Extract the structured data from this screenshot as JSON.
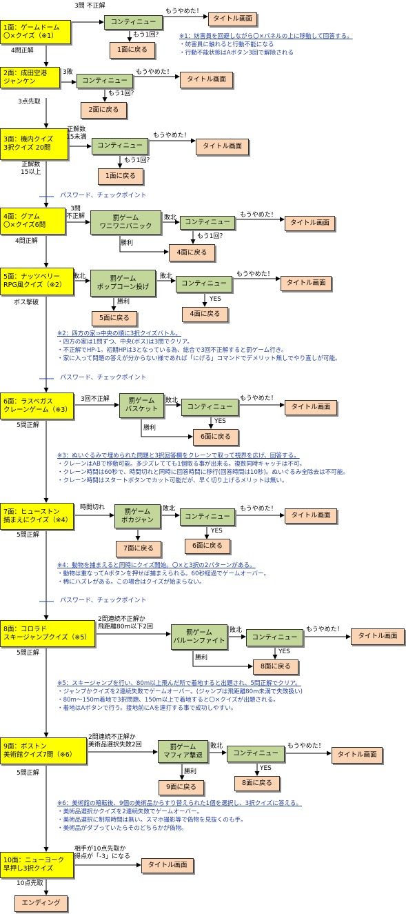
{
  "stages": [
    {
      "name": "1面：ゲームドーム\n〇×クイズ（※1）",
      "clear_label": "4問正解",
      "fail_label": "3問\n不正解"
    },
    {
      "name": "2面：成田空港\nジャンケン",
      "clear_label": "3点先取",
      "fail_label": "3敗"
    },
    {
      "name": "3面：機内クイズ\n3択クイズ 20問",
      "clear_label": "正解数\n15以上",
      "fail_label": "正解数\n15未満"
    },
    {
      "name": "4面：グアム\n〇×クイズ6問",
      "clear_label": "4問正解",
      "fail_label": "3問\n不正解"
    },
    {
      "name": "5面：ナッツベリー\nRPG風クイズ（※2）",
      "clear_label": "ボス撃破",
      "fail_label": "敗北"
    },
    {
      "name": "6面：ラスベガス\nクレーンゲーム（※3）",
      "clear_label": "5問正解",
      "fail_label": "3回不正解"
    },
    {
      "name": "7面：ヒューストン\n捕まえにクイズ（※4）",
      "clear_label": "5問正解",
      "fail_label": "時間切れ"
    },
    {
      "name": "8面：コロラド\nスキージャンプクイズ（※5）",
      "clear_label": "5問正解",
      "fail_label": "2問連続不正解か\n飛距離80m以下2回"
    },
    {
      "name": "9面：ボストン\n美術館クイズ7問（※6）",
      "clear_label": "5問正解",
      "fail_label": "2問連続不正解か\n美術品選択失敗2回"
    },
    {
      "name": "10面：ニューヨーク\n早押し3択クイズ",
      "clear_label": "10点先取",
      "fail_label": "相手が10点先取か\n得点が「-3」になる"
    }
  ],
  "ending": "エンディング",
  "common": {
    "continue": "コンティニュー",
    "give_up": "もうやめた！",
    "title_screen": "タイトル画面",
    "one_more": "もう1回？",
    "yes": "YES",
    "defeat": "敗北",
    "win": "勝利",
    "password": "パスワード、チェックポイント"
  },
  "punishments": [
    {
      "name": "罰ゲーム\nワニワニパニック"
    },
    {
      "name": "罰ゲーム\nポップコーン投げ"
    },
    {
      "name": "罰ゲーム\nバスケット"
    },
    {
      "name": "罰ゲーム\nボカジャン"
    },
    {
      "name": "罰ゲーム\nバルーンファイト"
    },
    {
      "name": "罰ゲーム\nマフィア撃退"
    }
  ],
  "back_labels": [
    "1面に戻る",
    "2面に戻る",
    "1面に戻る",
    "4面に戻る",
    "5面に戻る",
    "4面に戻る",
    "6面に戻る",
    "7面に戻る",
    "6面に戻る",
    "8面に戻る",
    "9面に戻る",
    "8面に戻る"
  ],
  "notes": {
    "n1": [
      "※1：妨害員を回避しながら〇×パネルの上に移動して回答する。",
      "・妨害員に触れると行動不能になる",
      "・行動不能状態はAボタン3回で解除される"
    ],
    "n2": [
      "※2：四方の家⇒中央の順に3択クイズバトル。",
      "・四方の家は1問ずつ、中央(ボス)は3問でクリア。",
      "・不正解でHP-1。初期HPは3となっている為、総合で3回不正解すると罰ゲーム行き。",
      "・家に入って問題の答えが分からない様であれば「にげる」コマンドでデメリット無しでやり直しが可能。"
    ],
    "n3": [
      "※3：ぬいぐるみで埋められた問題と3択回答欄をクレーンで取って視界を広げ、回答する。",
      "・クレーンはABで移動可能。多少ズレてても1個取る事が出来る。複数同時キャッチは不可。",
      "・クレーン時間は60秒で、時間切れと同時に回答時間に移行(回答時間は10秒)。ぬいぐるみ全除去は不可能。",
      "・クレーン時間はスタートボタンでカット可能だが、早く切り上げるメリットは無い。"
    ],
    "n4": [
      "※4：動物を捕まえると同時にクイズ開始。〇×と3択の2パターンがある。",
      "・動物は重なってAボタンを押せば捕まえられる。60秒経過でゲームオーバー。",
      "・稀にハズレがある。この場合はクイズが始まらない。"
    ],
    "n5": [
      "※5：スキージャンプを行い、80m以上飛んだ所で着地すると出題され、5問正解でクリア。",
      "・ジャンプかクイズを2連続失敗でゲームオーバー。(ジャンプは飛距離80m未満で失敗扱い)",
      "・80m〜150m着地で3択問題、150m以上で着地すると〇×クイズが出題される。",
      "・着地はAボタンで行う。接地前にAを連打する事で成功しやすい。"
    ],
    "n6": [
      "※6：美術館の暗転後、9個の美術品からすり替えられた1個を選択し、3択クイズに答える。",
      "・美術品選択かクイズを2連続失敗でゲームオーバー。",
      "・美術品選択に制限時間は無い。スマホ撮影等で偽物を見抜くのも手。",
      "・美術品がダブっていたらそのどちらかが偽物。"
    ]
  }
}
